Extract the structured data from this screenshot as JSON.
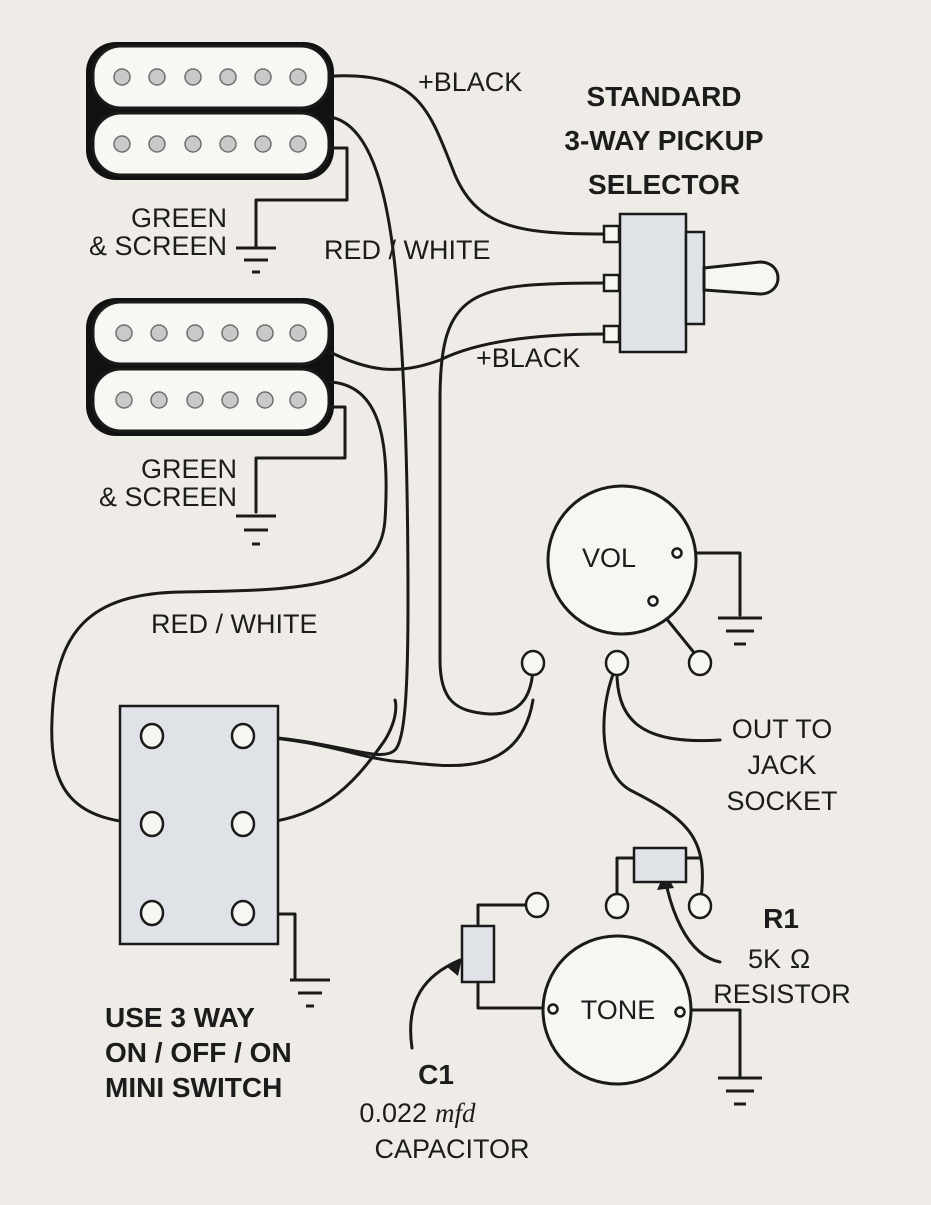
{
  "labels": {
    "black_top": "+BLACK",
    "black_bottom": "+BLACK",
    "selector": [
      "STANDARD",
      "3-WAY PICKUP",
      "SELECTOR"
    ],
    "green_screen_top": [
      "GREEN",
      "& SCREEN"
    ],
    "green_screen_bottom": [
      "GREEN",
      "& SCREEN"
    ],
    "red_white_top": "RED / WHITE",
    "red_white_bottom": "RED / WHITE",
    "vol": "VOL",
    "out_jack": [
      "OUT TO",
      "JACK",
      "SOCKET"
    ],
    "r1_title": "R1",
    "r1_value": "5K",
    "r1_ohm": "Ω",
    "r1_name": "RESISTOR",
    "tone": "TONE",
    "c1_title": "C1",
    "c1_value": "0.022",
    "c1_unit": "mfd",
    "c1_name": "CAPACITOR",
    "mini_switch": [
      "USE 3 WAY",
      "ON / OFF / ON",
      "MINI SWITCH"
    ]
  },
  "colors": {
    "background": "#efece7",
    "line": "#1a1a1a",
    "component_fill": "#dfe3e8"
  },
  "icons": [
    "humbucker-pickup-icon",
    "toggle-switch-icon",
    "ground-icon",
    "potentiometer-icon",
    "resistor-icon",
    "capacitor-icon",
    "mini-switch-icon"
  ]
}
